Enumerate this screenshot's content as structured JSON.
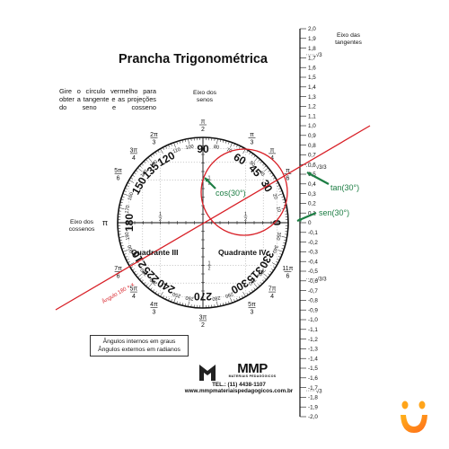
{
  "title": "Prancha Trigonométrica",
  "instructions": "Gire o círculo vermelho para obter a tangente e as projeções do seno e cosseno",
  "axes": {
    "sine": "Eixo dos senos",
    "cosine": "Eixo dos cossenos",
    "tangent": "Eixo das tangentes"
  },
  "quadrants": {
    "q3": "Quadrante III",
    "q4": "Quadrante IV"
  },
  "annotations": {
    "cos": "cos(30°)",
    "tan": "tan(30°)",
    "sen": "sen(30°)"
  },
  "line_label": "Ângulo 180 + x",
  "legend": {
    "line1": "Ângulos internos em graus",
    "line2": "Ângulos externos em radianos"
  },
  "brand": {
    "name": "MMP",
    "tagline": "MATERIAIS PEDAGÓGICOS",
    "phone": "TEL.: (11) 4438-1107",
    "website": "www.mmpmateriaispedagogicos.com.br"
  },
  "diagram": {
    "degree_labels": [
      {
        "deg": 0,
        "text": "0"
      },
      {
        "deg": 30,
        "text": "30"
      },
      {
        "deg": 45,
        "text": "45"
      },
      {
        "deg": 60,
        "text": "60"
      },
      {
        "deg": 90,
        "text": "90"
      },
      {
        "deg": 120,
        "text": "120"
      },
      {
        "deg": 135,
        "text": "135"
      },
      {
        "deg": 150,
        "text": "150"
      },
      {
        "deg": 180,
        "text": "180"
      },
      {
        "deg": 210,
        "text": "210"
      },
      {
        "deg": 225,
        "text": "225"
      },
      {
        "deg": 240,
        "text": "240"
      },
      {
        "deg": 270,
        "text": "270"
      },
      {
        "deg": 300,
        "text": "300"
      },
      {
        "deg": 315,
        "text": "315"
      },
      {
        "deg": 330,
        "text": "330"
      }
    ],
    "minor_degrees": [
      "10",
      "20",
      "40",
      "50",
      "70",
      "80",
      "100",
      "110",
      "130",
      "140",
      "160",
      "170",
      "190",
      "200",
      "220",
      "230",
      "250",
      "260",
      "280",
      "290",
      "310",
      "320",
      "340",
      "350"
    ],
    "radian_labels": [
      {
        "deg": 30,
        "num": "π",
        "den": "6"
      },
      {
        "deg": 45,
        "num": "π",
        "den": "4"
      },
      {
        "deg": 60,
        "num": "π",
        "den": "3"
      },
      {
        "deg": 90,
        "num": "π",
        "den": "2"
      },
      {
        "deg": 120,
        "num": "2π",
        "den": "3"
      },
      {
        "deg": 135,
        "num": "3π",
        "den": "4"
      },
      {
        "deg": 150,
        "num": "5π",
        "den": "6"
      },
      {
        "deg": 180,
        "num": "π",
        "den": ""
      },
      {
        "deg": 210,
        "num": "7π",
        "den": "6"
      },
      {
        "deg": 225,
        "num": "5π",
        "den": "4"
      },
      {
        "deg": 240,
        "num": "4π",
        "den": "3"
      },
      {
        "deg": 270,
        "num": "3π",
        "den": "2"
      },
      {
        "deg": 300,
        "num": "5π",
        "den": "3"
      },
      {
        "deg": 315,
        "num": "7π",
        "den": "4"
      },
      {
        "deg": 330,
        "num": "11π",
        "den": "6"
      }
    ],
    "axis_fractions": [
      "1",
      "2"
    ],
    "tangent_ticks": [
      "2,0",
      "1,9",
      "1,8",
      "1,7",
      "1,6",
      "1,5",
      "1,4",
      "1,3",
      "1,2",
      "1,1",
      "1,0",
      "0,9",
      "0,8",
      "0,7",
      "0,6",
      "0,5",
      "0,4",
      "0,3",
      "0,2",
      "0,1",
      "0",
      "-0,1",
      "-0,2",
      "-0,3",
      "-0,4",
      "-0,5",
      "-0,6",
      "-0,7",
      "-0,8",
      "-0,9",
      "-1,0",
      "-1,1",
      "-1,2",
      "-1,3",
      "-1,4",
      "-1,5",
      "-1,6",
      "-1,7",
      "-1,8",
      "-1,9",
      "-2,0"
    ],
    "tangent_specials": [
      "√3",
      "√3/3",
      "√3/3",
      "√3"
    ],
    "colors": {
      "circle": "#d81f26",
      "line": "#d81f26",
      "arrows": "#1c7d43",
      "ink": "#111111"
    }
  }
}
